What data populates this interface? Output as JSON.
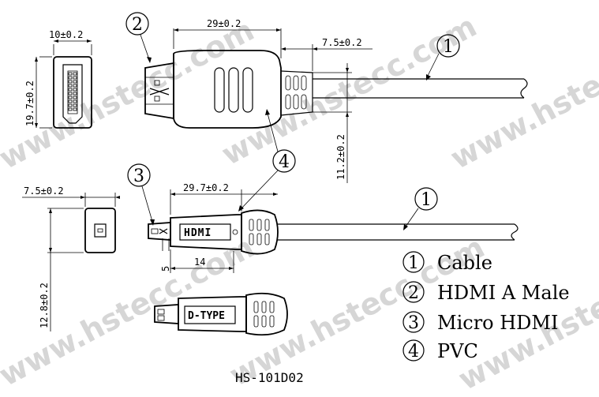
{
  "watermark": "www.hstecc.com",
  "model": "HS-101D02",
  "dimensions": {
    "a_width": "10±0.2",
    "a_height": "19.7±0.2",
    "a_length": "29±0.2",
    "a_boot": "7.5±0.2",
    "a_cable": "11.2±0.2",
    "micro_width": "7.5±0.2",
    "micro_height": "12.8±0.2",
    "micro_length": "29.7±0.2",
    "micro_tip": "5",
    "micro_body": "14"
  },
  "callouts": [
    "1",
    "2",
    "3",
    "4",
    "1"
  ],
  "plug_labels": {
    "hdmi": "HDMI",
    "dtype": "D-TYPE"
  },
  "legend": [
    {
      "num": "1",
      "text": "Cable"
    },
    {
      "num": "2",
      "text": "HDMI A Male"
    },
    {
      "num": "3",
      "text": "Micro HDMI"
    },
    {
      "num": "4",
      "text": "PVC"
    }
  ]
}
